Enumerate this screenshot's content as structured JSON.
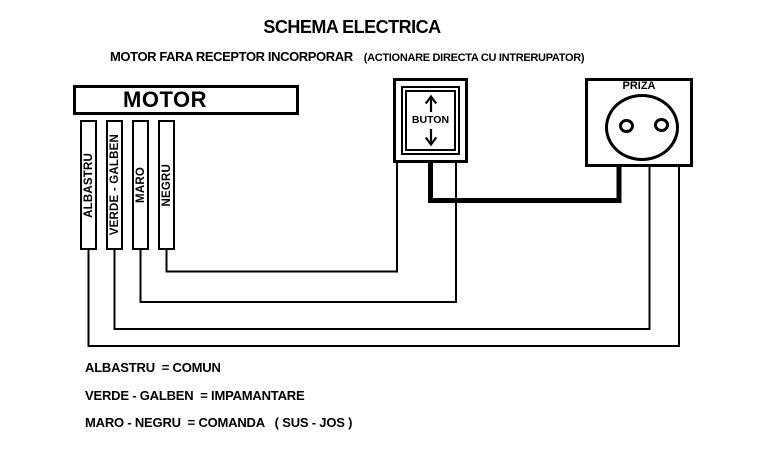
{
  "diagram": {
    "title": "SCHEMA ELECTRICA",
    "subtitle": "MOTOR FARA RECEPTOR INCORPORAR",
    "subtitle_note": "(ACTIONARE DIRECTA CU INTRERUPATOR)",
    "motor": {
      "label": "MOTOR",
      "wires": [
        "ALBASTRU",
        "VERDE - GALBEN",
        "MARO",
        "NEGRU"
      ]
    },
    "button": {
      "label": "BUTON",
      "icons": {
        "up": "arrow-up",
        "down": "arrow-down"
      }
    },
    "socket": {
      "label": "PRIZA"
    },
    "legend": [
      "ALBASTRU  = COMUN",
      "VERDE - GALBEN  = IMPAMANTARE",
      "MARO - NEGRU  = COMANDA   ( SUS - JOS )"
    ],
    "colors": {
      "line": "#000000",
      "background": "#ffffff"
    }
  }
}
